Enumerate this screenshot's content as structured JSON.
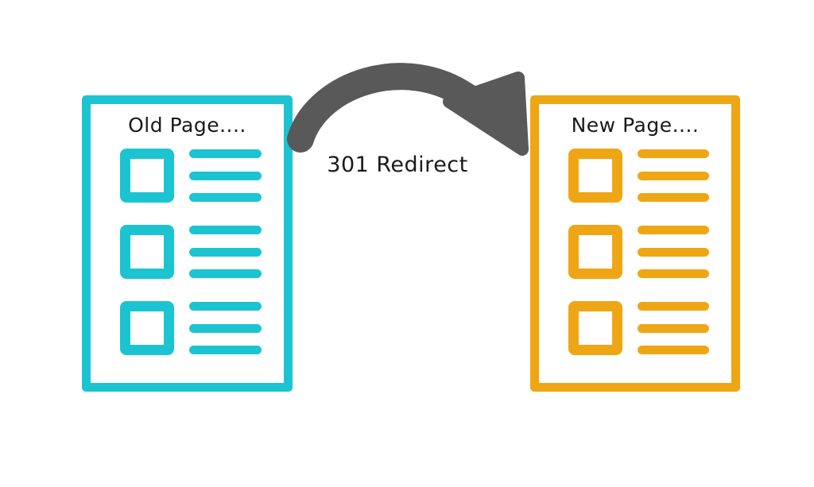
{
  "diagram": {
    "title": "301 Redirect",
    "background_color": "#FFFFFF"
  },
  "arrow": {
    "label": "301 Redirect",
    "color": "#595959",
    "direction": "left-to-right-curved",
    "icon": "curved-arrow-icon"
  },
  "cards": [
    {
      "id": "old-page",
      "title": "Old Page....",
      "accent_color": "#1CC4D2",
      "rows": [
        {
          "box": "checkbox-outline",
          "lines": 3
        },
        {
          "box": "checkbox-outline",
          "lines": 3
        },
        {
          "box": "checkbox-outline",
          "lines": 3
        }
      ]
    },
    {
      "id": "new-page",
      "title": "New Page....",
      "accent_color": "#EFA614",
      "rows": [
        {
          "box": "checkbox-outline",
          "lines": 3
        },
        {
          "box": "checkbox-outline",
          "lines": 3
        },
        {
          "box": "checkbox-outline",
          "lines": 3
        }
      ]
    }
  ]
}
